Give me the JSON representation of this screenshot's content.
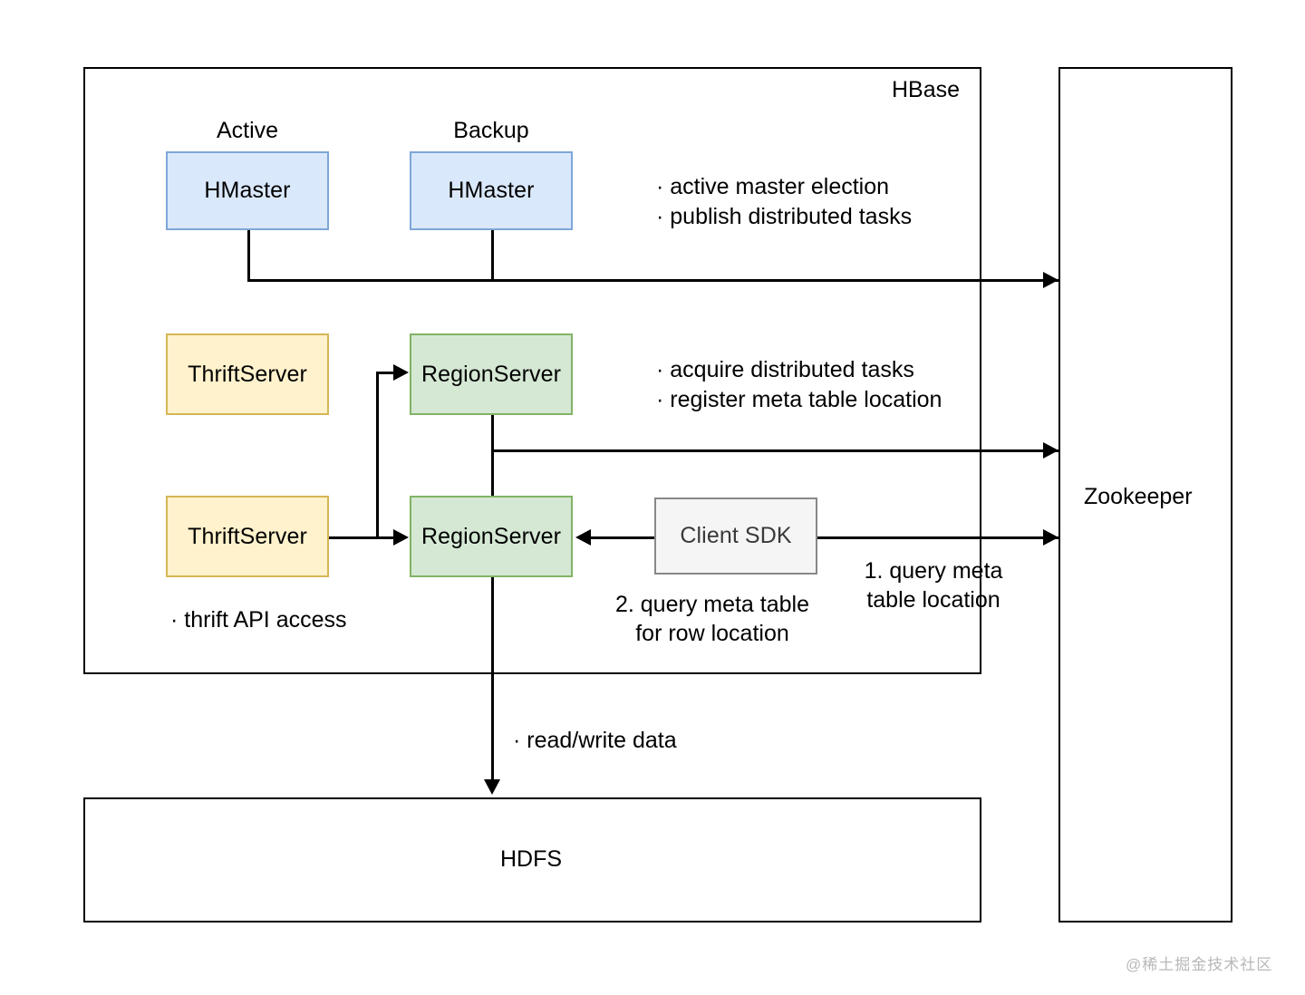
{
  "diagram": {
    "title_hbase": "HBase",
    "title_zookeeper": "Zookeeper",
    "title_hdfs": "HDFS"
  },
  "labels": {
    "active": "Active",
    "backup": "Backup"
  },
  "nodes": {
    "hmaster_active": "HMaster",
    "hmaster_backup": "HMaster",
    "thriftserver_top": "ThriftServer",
    "thriftserver_bottom": "ThriftServer",
    "regionserver_top": "RegionServer",
    "regionserver_bottom": "RegionServer",
    "client_sdk": "Client SDK"
  },
  "annotations": {
    "master_line1": "· active master election",
    "master_line2": "· publish distributed tasks",
    "region_line1": "· acquire distributed tasks",
    "region_line2": "· register meta table location",
    "thrift_api": "· thrift API access",
    "read_write": "· read/write data",
    "step1_line1": "1. query meta",
    "step1_line2": "table location",
    "step2_line1": "2. query meta table",
    "step2_line2": "for row location"
  },
  "watermark": "@稀土掘金技术社区",
  "colors": {
    "blue_fill": "#dae8fc",
    "blue_border": "#7ea6d8",
    "yellow_fill": "#fff2cc",
    "yellow_border": "#d6b656",
    "green_fill": "#d5e8d4",
    "green_border": "#82b366",
    "gray_fill": "#f5f5f5",
    "gray_border": "#888888",
    "line": "#000000"
  }
}
